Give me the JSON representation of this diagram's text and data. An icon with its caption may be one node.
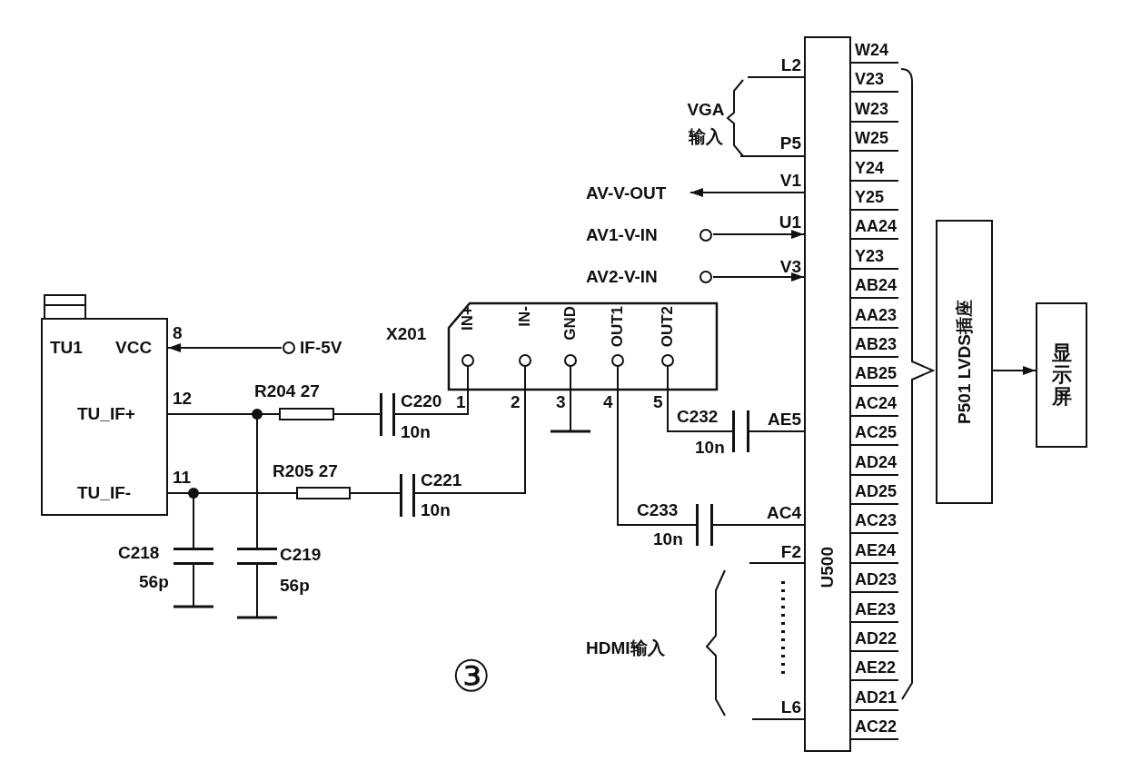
{
  "diagram": {
    "nodes": [
      {
        "text": [
          "TU1",
          "VCC",
          "TU_IF+",
          "TU_IF-"
        ]
      },
      {
        "text": [
          "IF-5V"
        ]
      },
      {
        "text": [
          "R204 27"
        ]
      },
      {
        "text": [
          "R205 27"
        ]
      },
      {
        "text": [
          "C218",
          "56p"
        ]
      },
      {
        "text": [
          "C219",
          "56p"
        ]
      },
      {
        "text": [
          "C220",
          "10n"
        ]
      },
      {
        "text": [
          "C221",
          "10n"
        ]
      },
      {
        "text": [
          "X201",
          "IN+",
          "IN-",
          "GND",
          "OUT1",
          "OUT2"
        ]
      },
      {
        "text": [
          "C232",
          "10n"
        ]
      },
      {
        "text": [
          "C233",
          "10n"
        ]
      },
      {
        "text": [
          "U500"
        ]
      },
      {
        "text": [
          "AV-V-OUT"
        ]
      },
      {
        "text": [
          "AV1-V-IN"
        ]
      },
      {
        "text": [
          "AV2-V-IN"
        ]
      },
      {
        "text": [
          "P501 LVDS插座"
        ]
      },
      {
        "text": [
          "显示屏"
        ]
      }
    ],
    "edges": [
      {
        "from": 1,
        "to": 0,
        "arrow": "to"
      },
      {
        "from": 0,
        "to": 2,
        "arrow": "none"
      },
      {
        "from": 0,
        "to": 3,
        "arrow": "none"
      },
      {
        "from": 0,
        "to": 4,
        "arrow": "none"
      },
      {
        "from": 0,
        "to": 5,
        "arrow": "none"
      },
      {
        "from": 2,
        "to": 6,
        "arrow": "none"
      },
      {
        "from": 3,
        "to": 7,
        "arrow": "none"
      },
      {
        "from": 6,
        "to": 8,
        "arrow": "none"
      },
      {
        "from": 7,
        "to": 8,
        "arrow": "none"
      },
      {
        "from": 8,
        "to": 9,
        "arrow": "none"
      },
      {
        "from": 8,
        "to": 10,
        "arrow": "none"
      },
      {
        "from": 9,
        "to": 11,
        "arrow": "none"
      },
      {
        "from": 10,
        "to": 11,
        "arrow": "none"
      },
      {
        "from": 11,
        "to": 12,
        "arrow": "to"
      },
      {
        "from": 13,
        "to": 11,
        "arrow": "to"
      },
      {
        "from": 14,
        "to": 11,
        "arrow": "to"
      },
      {
        "from": 15,
        "to": 16,
        "arrow": "to"
      }
    ],
    "labels": [
      "8",
      "12",
      "11",
      "1",
      "2",
      "3",
      "4",
      "5",
      "VGA 输入",
      "L2",
      "P5",
      "V1",
      "U1",
      "V3",
      "AE5",
      "AC4",
      "F2",
      "L6",
      "HDMI输入",
      "③",
      "W24",
      "V23",
      "W23",
      "W25",
      "Y24",
      "Y25",
      "AA24",
      "Y23",
      "AB24",
      "AA23",
      "AB23",
      "AB25",
      "AC24",
      "AC25",
      "AD24",
      "AD25",
      "AC23",
      "AE24",
      "AD23",
      "AE23",
      "AD22",
      "AE22",
      "AD21",
      "AC22"
    ]
  }
}
